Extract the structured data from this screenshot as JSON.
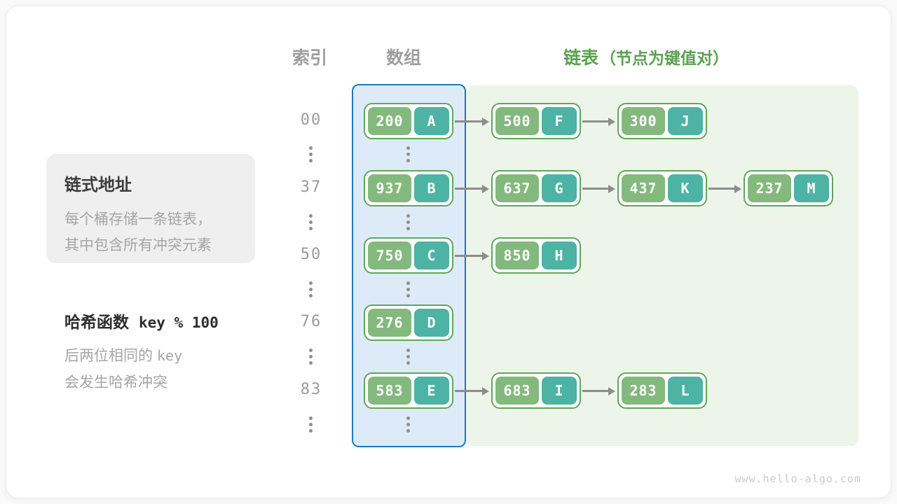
{
  "page": {
    "watermark": "www.hello-algo.com"
  },
  "headers": {
    "index": "索引",
    "array": "数组",
    "list": "链表",
    "list_note": "（节点为键值对）"
  },
  "sidebar": {
    "box": {
      "title": "链式地址",
      "lines": [
        "每个桶存储一条链表，",
        "其中包含所有冲突元素"
      ]
    },
    "hash": {
      "title": "哈希函数",
      "code": "key % 100",
      "line1_text": "后两位相同的",
      "line1_code": "key",
      "line2": "会发生哈希冲突"
    }
  },
  "diagram": {
    "ellipsis": "⋮",
    "rows": [
      {
        "index": "00",
        "chain": [
          {
            "key": "200",
            "value": "A"
          },
          {
            "key": "500",
            "value": "F"
          },
          {
            "key": "300",
            "value": "J"
          }
        ]
      },
      {
        "index": "37",
        "chain": [
          {
            "key": "937",
            "value": "B"
          },
          {
            "key": "637",
            "value": "G"
          },
          {
            "key": "437",
            "value": "K"
          },
          {
            "key": "237",
            "value": "M"
          }
        ]
      },
      {
        "index": "50",
        "chain": [
          {
            "key": "750",
            "value": "C"
          },
          {
            "key": "850",
            "value": "H"
          }
        ]
      },
      {
        "index": "76",
        "chain": [
          {
            "key": "276",
            "value": "D"
          }
        ]
      },
      {
        "index": "83",
        "chain": [
          {
            "key": "583",
            "value": "E"
          },
          {
            "key": "683",
            "value": "I"
          },
          {
            "key": "283",
            "value": "L"
          }
        ]
      }
    ]
  },
  "colors": {
    "key_bg": "#84b97d",
    "value_bg": "#4db3a4",
    "node_border": "#60a65a",
    "array_fill": "#dcebf7",
    "array_border": "#1a7ac2",
    "chain_fill": "#edf5eb",
    "arrow": "#8c8c8c",
    "header_gray": "#9e9e9e",
    "header_green": "#5ba150",
    "index_gray": "#9b9b9b",
    "sidebar_box_bg": "#efefef",
    "title_dark": "#3c3c3c",
    "body_gray": "#a5a5a5"
  }
}
